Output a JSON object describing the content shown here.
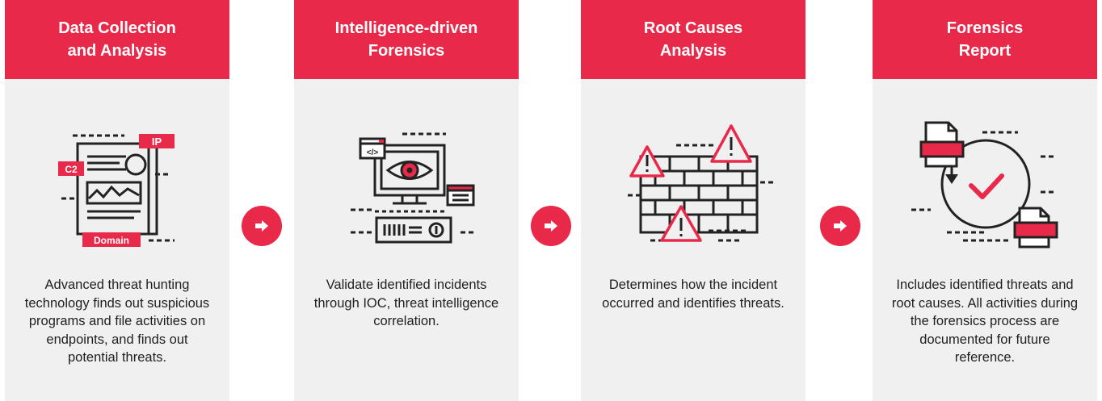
{
  "colors": {
    "accent": "#e8294a",
    "card_bg": "#f0f0f1",
    "text": "#1f1f1f",
    "icon_stroke": "#222222"
  },
  "steps": [
    {
      "title": "Data Collection\nand Analysis",
      "icon": "document-analysis-icon",
      "tags": {
        "ip": "IP",
        "c2": "C2",
        "domain": "Domain"
      },
      "description": "Advanced threat hunting technology finds out suspicious programs and file activities on endpoints, and finds out potential threats."
    },
    {
      "title": "Intelligence-driven\nForensics",
      "icon": "computer-eye-icon",
      "code_tag": "</>",
      "description": "Validate identified incidents through IOC, threat intelligence correlation."
    },
    {
      "title": "Root Causes\nAnalysis",
      "icon": "firewall-warning-icon",
      "description": "Determines how the incident occurred and identifies threats."
    },
    {
      "title": "Forensics\nReport",
      "icon": "report-check-icon",
      "description": "Includes identified threats and root causes. All activities during the forensics process are documented for future reference."
    }
  ],
  "connector_icon": "arrow-right-icon"
}
